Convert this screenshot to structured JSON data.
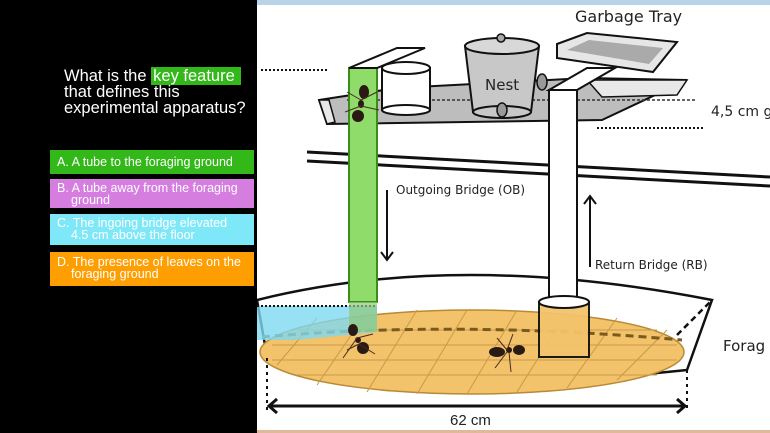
{
  "question": {
    "prefix": "What is the",
    "highlight": "key feature",
    "suffix_line1": "that defines this",
    "suffix_line2": "experimental apparatus?"
  },
  "options": [
    {
      "letter": "A.",
      "line1": "A tube to the foraging ground",
      "line2": "",
      "color": "#33b81a"
    },
    {
      "letter": "B.",
      "line1": "A tube away from the foraging",
      "line2": "ground",
      "color": "#d57ee0"
    },
    {
      "letter": "C.",
      "line1": "The ingoing bridge elevated",
      "line2": "4.5 cm above the floor",
      "color": "#7ee8f8"
    },
    {
      "letter": "D.",
      "line1": "The presence of leaves on the",
      "line2": "foraging ground",
      "color": "#ff9e00"
    }
  ],
  "diagram": {
    "garbage_tray": "Garbage Tray",
    "nest": "Nest",
    "height_label": "4,5 cm g",
    "outgoing_bridge": "Outgoing Bridge (OB)",
    "return_bridge": "Return Bridge (RB)",
    "foraging_label": "Forag",
    "diameter": "62 cm",
    "colors": {
      "outgoing_bridge": "#8fdc6a",
      "foraging_floor": "#f2c36b",
      "cyan_region": "#7ed8f0",
      "tray": "#c8c8c8"
    }
  }
}
